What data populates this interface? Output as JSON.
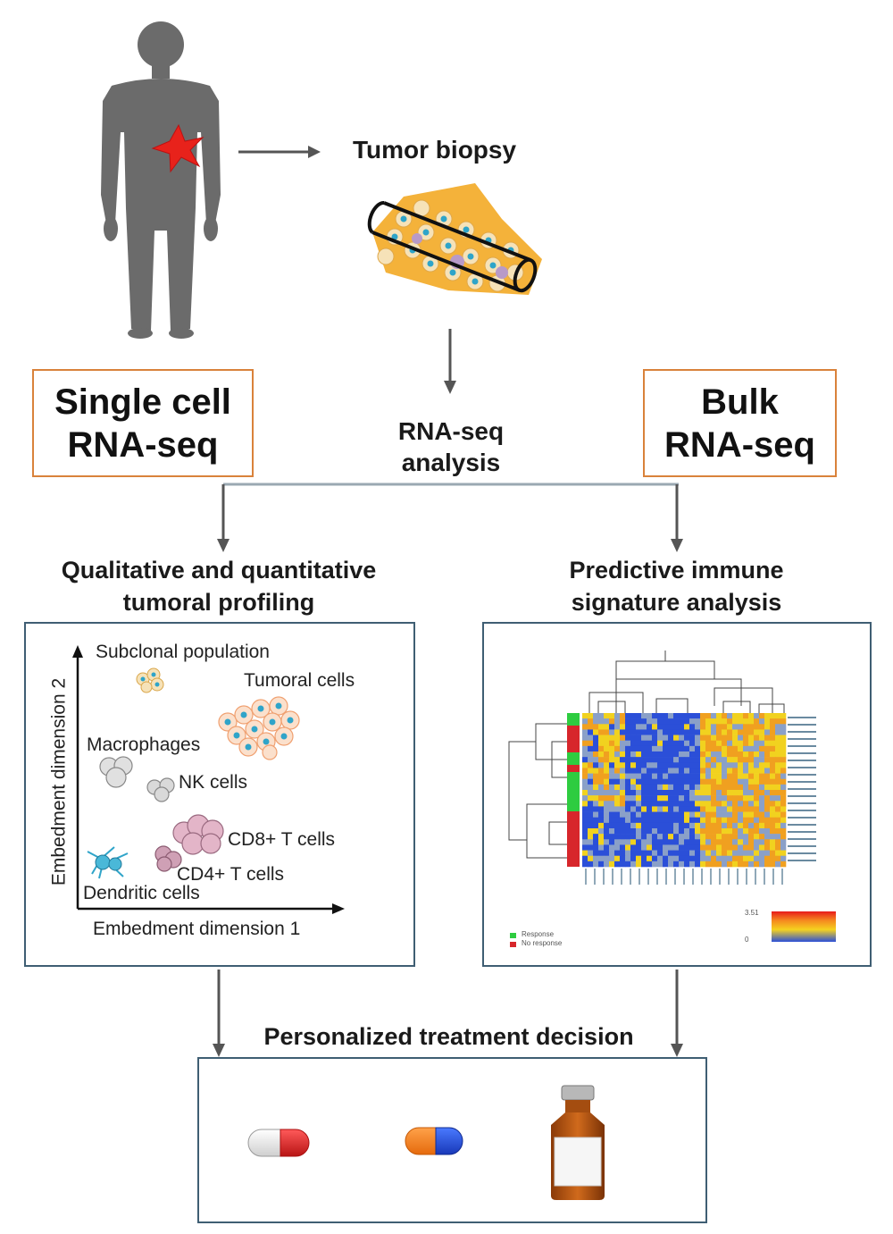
{
  "tumor_biopsy": "Tumor biopsy",
  "rna_seq_analysis": [
    "RNA-seq",
    "analysis"
  ],
  "single_cell_box": [
    "Single cell",
    "RNA-seq"
  ],
  "bulk_box": [
    "Bulk",
    "RNA-seq"
  ],
  "left_heading": [
    "Qualitative and quantitative",
    "tumoral profiling"
  ],
  "right_heading": [
    "Predictive immune",
    "signature analysis"
  ],
  "embedding": {
    "y_axis": "Embedment dimension 2",
    "x_axis": "Embedment dimension 1",
    "labels": {
      "subclonal": "Subclonal population",
      "tumoral": "Tumoral cells",
      "macrophages": "Macrophages",
      "nk": "NK cells",
      "cd8": "CD8+ T cells",
      "cd4": "CD4+ T cells",
      "dendritic": "Dendritic cells"
    }
  },
  "heatmap": {
    "legend_response": "Response",
    "legend_no_response": "No response",
    "scale_max": "3.51",
    "scale_min": "0",
    "colors": {
      "response": "#2ecc40",
      "no_response": "#d7262b",
      "low": "#2b4fd8",
      "mid": "#f1d21f",
      "high": "#f0a020"
    }
  },
  "bottom_heading": "Personalized treatment decision",
  "colors": {
    "orange_border": "#d9823b",
    "blue_border": "#3f5e73",
    "arrow": "#555555",
    "tumor_star": "#e8221b"
  }
}
